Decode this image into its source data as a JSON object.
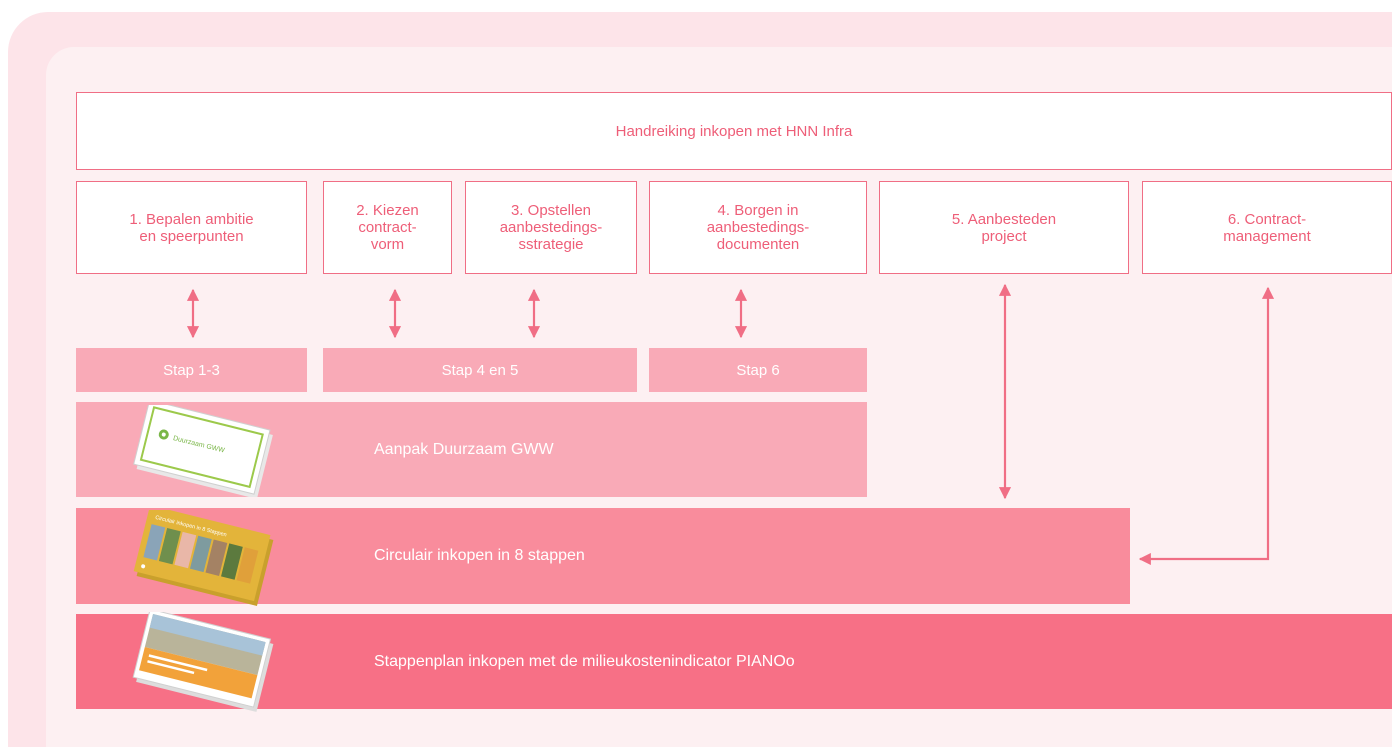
{
  "header": {
    "title": "Handreiking inkopen met HNN Infra"
  },
  "steps": [
    {
      "label": "1. Bepalen ambitie\nen speerpunten"
    },
    {
      "label": "2. Kiezen\ncontract-\nvorm"
    },
    {
      "label": "3. Opstellen\naanbestedings-\nsstrategie"
    },
    {
      "label": "4. Borgen in\naanbestedings-\ndocumenten"
    },
    {
      "label": "5. Aanbesteden\nproject"
    },
    {
      "label": "6. Contract-\nmanagement"
    }
  ],
  "stap_bars": [
    {
      "label": "Stap 1-3"
    },
    {
      "label": "Stap 4 en 5"
    },
    {
      "label": "Stap 6"
    }
  ],
  "bands": [
    {
      "label": "Aanpak Duurzaam GWW",
      "thumb_title": "Duurzaam GWW"
    },
    {
      "label": "Circulair inkopen in 8 stappen",
      "thumb_title": "Circulair inkopen in 8 Stappen"
    },
    {
      "label": "Stappenplan inkopen met de milieukostenindicator PIANOo"
    }
  ],
  "colors": {
    "accent": "#ee5e78",
    "stap_bar": "#f9aab7",
    "band_1": "#f9aab7",
    "band_2": "#f98c9c",
    "band_3": "#f77086",
    "outer_bg": "#fde4e9",
    "inner_bg": "#fdf0f2"
  }
}
